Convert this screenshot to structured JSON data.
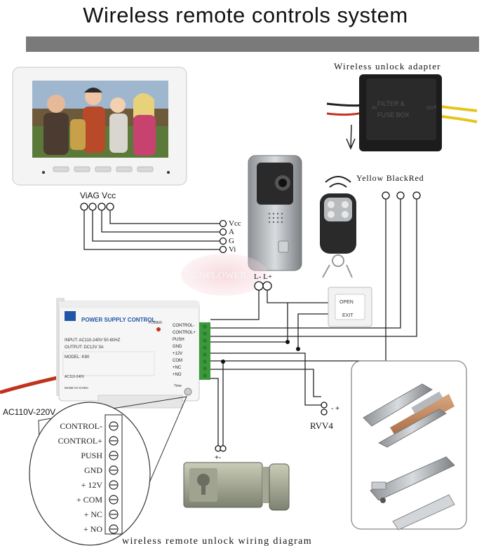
{
  "title": "Wireless remote controls system",
  "adapter": {
    "label": "Wireless unlock adapter",
    "line1": "FILTER &",
    "line2": "FUSE BOX",
    "side_left": "IN",
    "side_right": "OUT"
  },
  "monitor": {
    "terminal_label": "ViAG Vcc",
    "button_icons": [
      "dot-icon",
      "unlock-icon",
      "talk-icon",
      "menu-icon",
      "key-icon",
      "handset-icon",
      "dot-icon"
    ]
  },
  "camera": {
    "terminals": [
      "Vcc",
      "A",
      "G",
      "Vi"
    ],
    "lock_terminals": "L- L+"
  },
  "wires_colors": {
    "label": "Yellow BlackRed"
  },
  "watermark": "SUNFLOWER",
  "power_supply": {
    "brand": "POWER SUPPLY CONTROL",
    "power_led": "POWER",
    "input": "INPUT: AC110-240V 50-60HZ",
    "output": "OUTPUT: DC12V 3A",
    "model": "MODEL: K80",
    "ac_label": "AC110-240V",
    "made_in": "MADE IN CHINA",
    "time": "Time",
    "terminals": [
      "CONTROL-",
      "CONTROL+",
      "PUSH",
      "GND",
      "+12V",
      "COM",
      "+NC",
      "+NO"
    ],
    "mains": "AC110V-220V"
  },
  "exit_button": {
    "top": "OPEN",
    "bottom": "EXIT"
  },
  "rvv": {
    "label": "RVV4",
    "pins": "- +"
  },
  "lock": {
    "pins": "+-"
  },
  "zoom_terminals": [
    "CONTROL-",
    "CONTROL+",
    "PUSH",
    "GND",
    "+ 12V",
    "+ COM",
    "+ NC",
    "+ NO"
  ],
  "caption": "wireless remote unlock wiring diagram"
}
